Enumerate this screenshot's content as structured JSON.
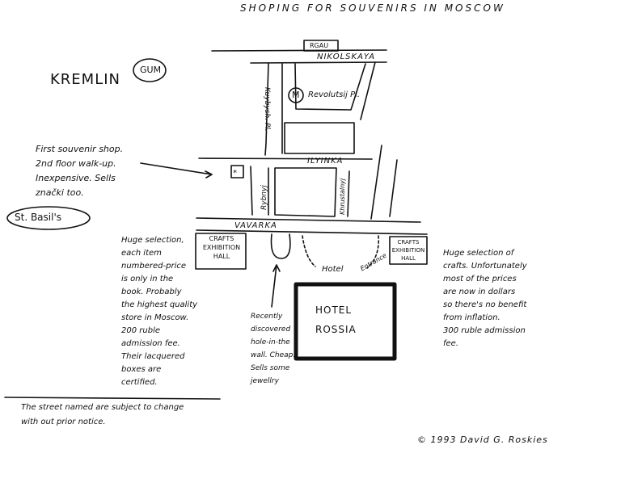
{
  "title": "SHOPING FOR SOUVENIRS IN MOSCOW",
  "labels": {
    "kremlin": "KREMLIN",
    "gum": "GUM",
    "metro": "M",
    "revolutsij": "Revolutsij Pl.",
    "rgau": "RGAU",
    "nikolskaya": "NIKOLSKAYA",
    "kuybysh": "Kuybysh. Pl.",
    "ilyinka": "ILYINKA",
    "rybnyj": "Rybnyj",
    "khrustalnyj": "Khrustalnyj",
    "vavarka": "VAVARKA",
    "st_basils": "St. Basil's",
    "crafts_left": "CRAFTS\nEXHIBITION\nHALL",
    "crafts_right": "CRAFTS\nEXHIBITION\nHALL",
    "hotel_entrance": "Hotel",
    "hotel_entrance2": "Entrance",
    "hotel_rossia": "HOTEL\nROSSIA",
    "star": "*"
  },
  "notes": {
    "souvenir_shop": "First souvenir shop.\n2nd floor walk-up.\nInexpensive. Sells\nznački too.",
    "left_crafts": "Huge selection,\neach item\nnumbered-price\nis only in the\nbook. Probably\nthe highest quality\nstore in Moscow.\n200 ruble\nadmission fee.\nTheir lacquered\nboxes are\ncertified.",
    "hole_in_wall": "Recently\ndiscovered\nhole-in-the\nwall. Cheap.\nSells some\njewellry",
    "right_crafts": "Huge selection of\ncrafts. Unfortunately\nmost of the prices\nare now in dollars\nso there's no benefit\nfrom inflation.\n300 ruble admission\nfee.",
    "disclaimer": "The street named are subject to change\nwith out prior notice."
  },
  "copyright": "© 1993 David G. Roskies"
}
